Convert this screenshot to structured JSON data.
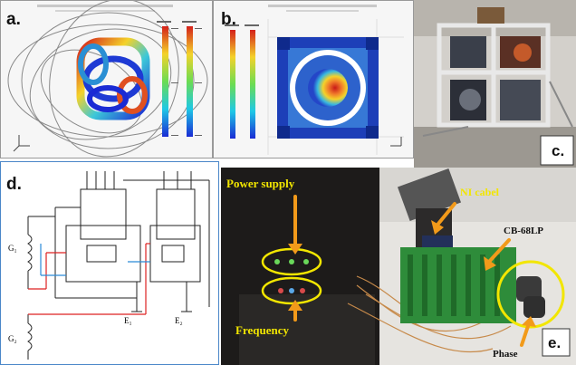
{
  "panels": {
    "a": {
      "label": "a."
    },
    "b": {
      "label": "b."
    },
    "c": {
      "label": "c."
    },
    "d": {
      "label": "d."
    },
    "e": {
      "label": "e."
    }
  },
  "photo_e": {
    "power_supply": "Power supply",
    "frequency": "Frequency",
    "ni_cable": "NI cabel",
    "cb_board": "CB-68LP",
    "phase": "Phase"
  },
  "circuit": {
    "g1": "G₁",
    "g2": "G₂",
    "e1": "E₁",
    "e2": "E₂"
  },
  "colors": {
    "accent_yellow": "#f2e600",
    "sim_panel_border": "#1a1a1a",
    "photo_frame": "#4a86c8"
  }
}
